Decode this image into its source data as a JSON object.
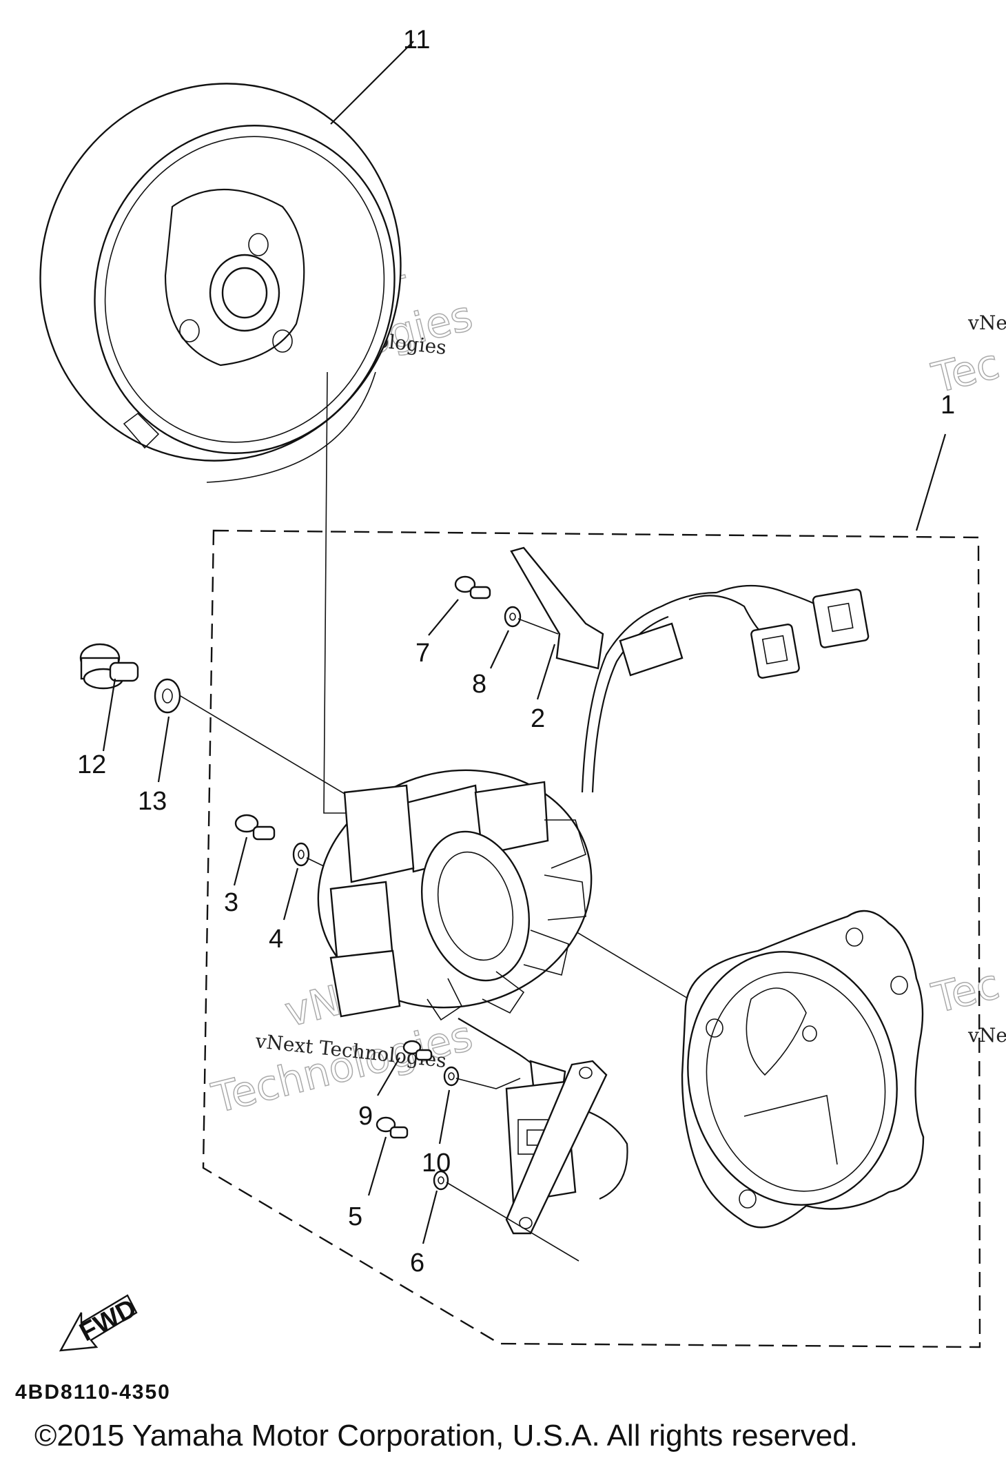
{
  "callouts": {
    "c1": "1",
    "c2": "2",
    "c3": "3",
    "c4": "4",
    "c5": "5",
    "c6": "6",
    "c7": "7",
    "c8": "8",
    "c9": "9",
    "c10": "10",
    "c11": "11",
    "c12": "12",
    "c13": "13"
  },
  "fwd_label": "FWD",
  "diagram_code": "4BD8110-4350",
  "watermark": {
    "line1": "vNext Technologies",
    "line2": "vNext",
    "line3": "Technologies",
    "edge1": "vNe",
    "edge2": "Tec"
  },
  "copyright": "©2015 Yamaha Motor Corporation, U.S.A. All rights reserved."
}
